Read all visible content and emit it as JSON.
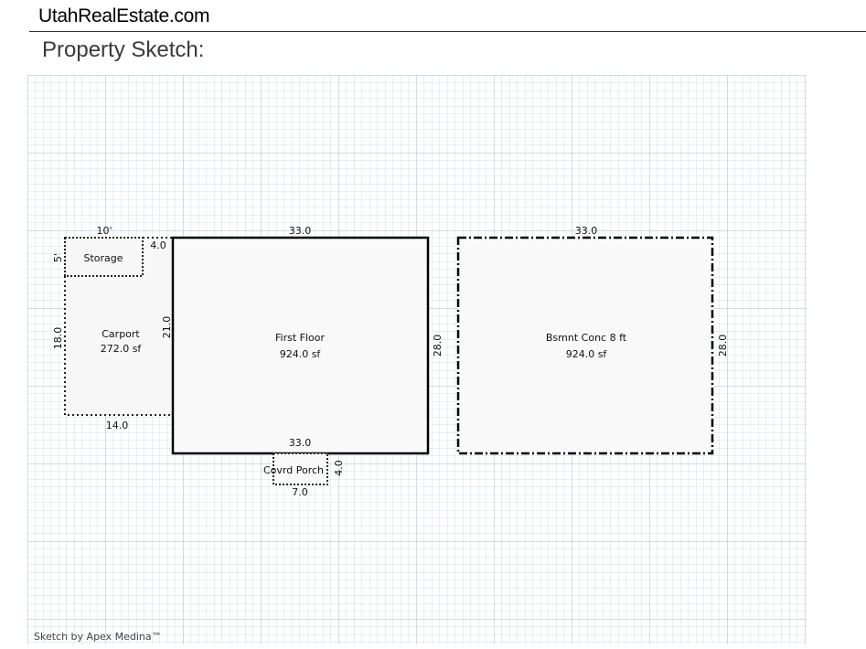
{
  "header": {
    "site_name": "UtahRealEstate.com",
    "section_title": "Property Sketch:"
  },
  "sketch": {
    "areas": {
      "storage": {
        "name": "Storage"
      },
      "carport": {
        "name": "Carport",
        "area": "272.0 sf"
      },
      "first_floor": {
        "name": "First Floor",
        "area": "924.0 sf"
      },
      "covered_porch": {
        "name": "Covrd Porch"
      },
      "basement": {
        "name": "Bsmnt Conc 8 ft",
        "area": "924.0 sf"
      }
    },
    "dimensions": {
      "storage_top": "10'",
      "storage_side": "5'",
      "storage_right": "4.0",
      "carport_side": "18.0",
      "carport_bottom": "14.0",
      "first_floor_top": "33.0",
      "first_floor_left": "21.0",
      "first_floor_right": "28.0",
      "first_floor_bottom": "33.0",
      "porch_side": "4.0",
      "porch_bottom": "7.0",
      "basement_top": "33.0",
      "basement_right": "28.0"
    },
    "credit": "Sketch by Apex Medina™"
  }
}
